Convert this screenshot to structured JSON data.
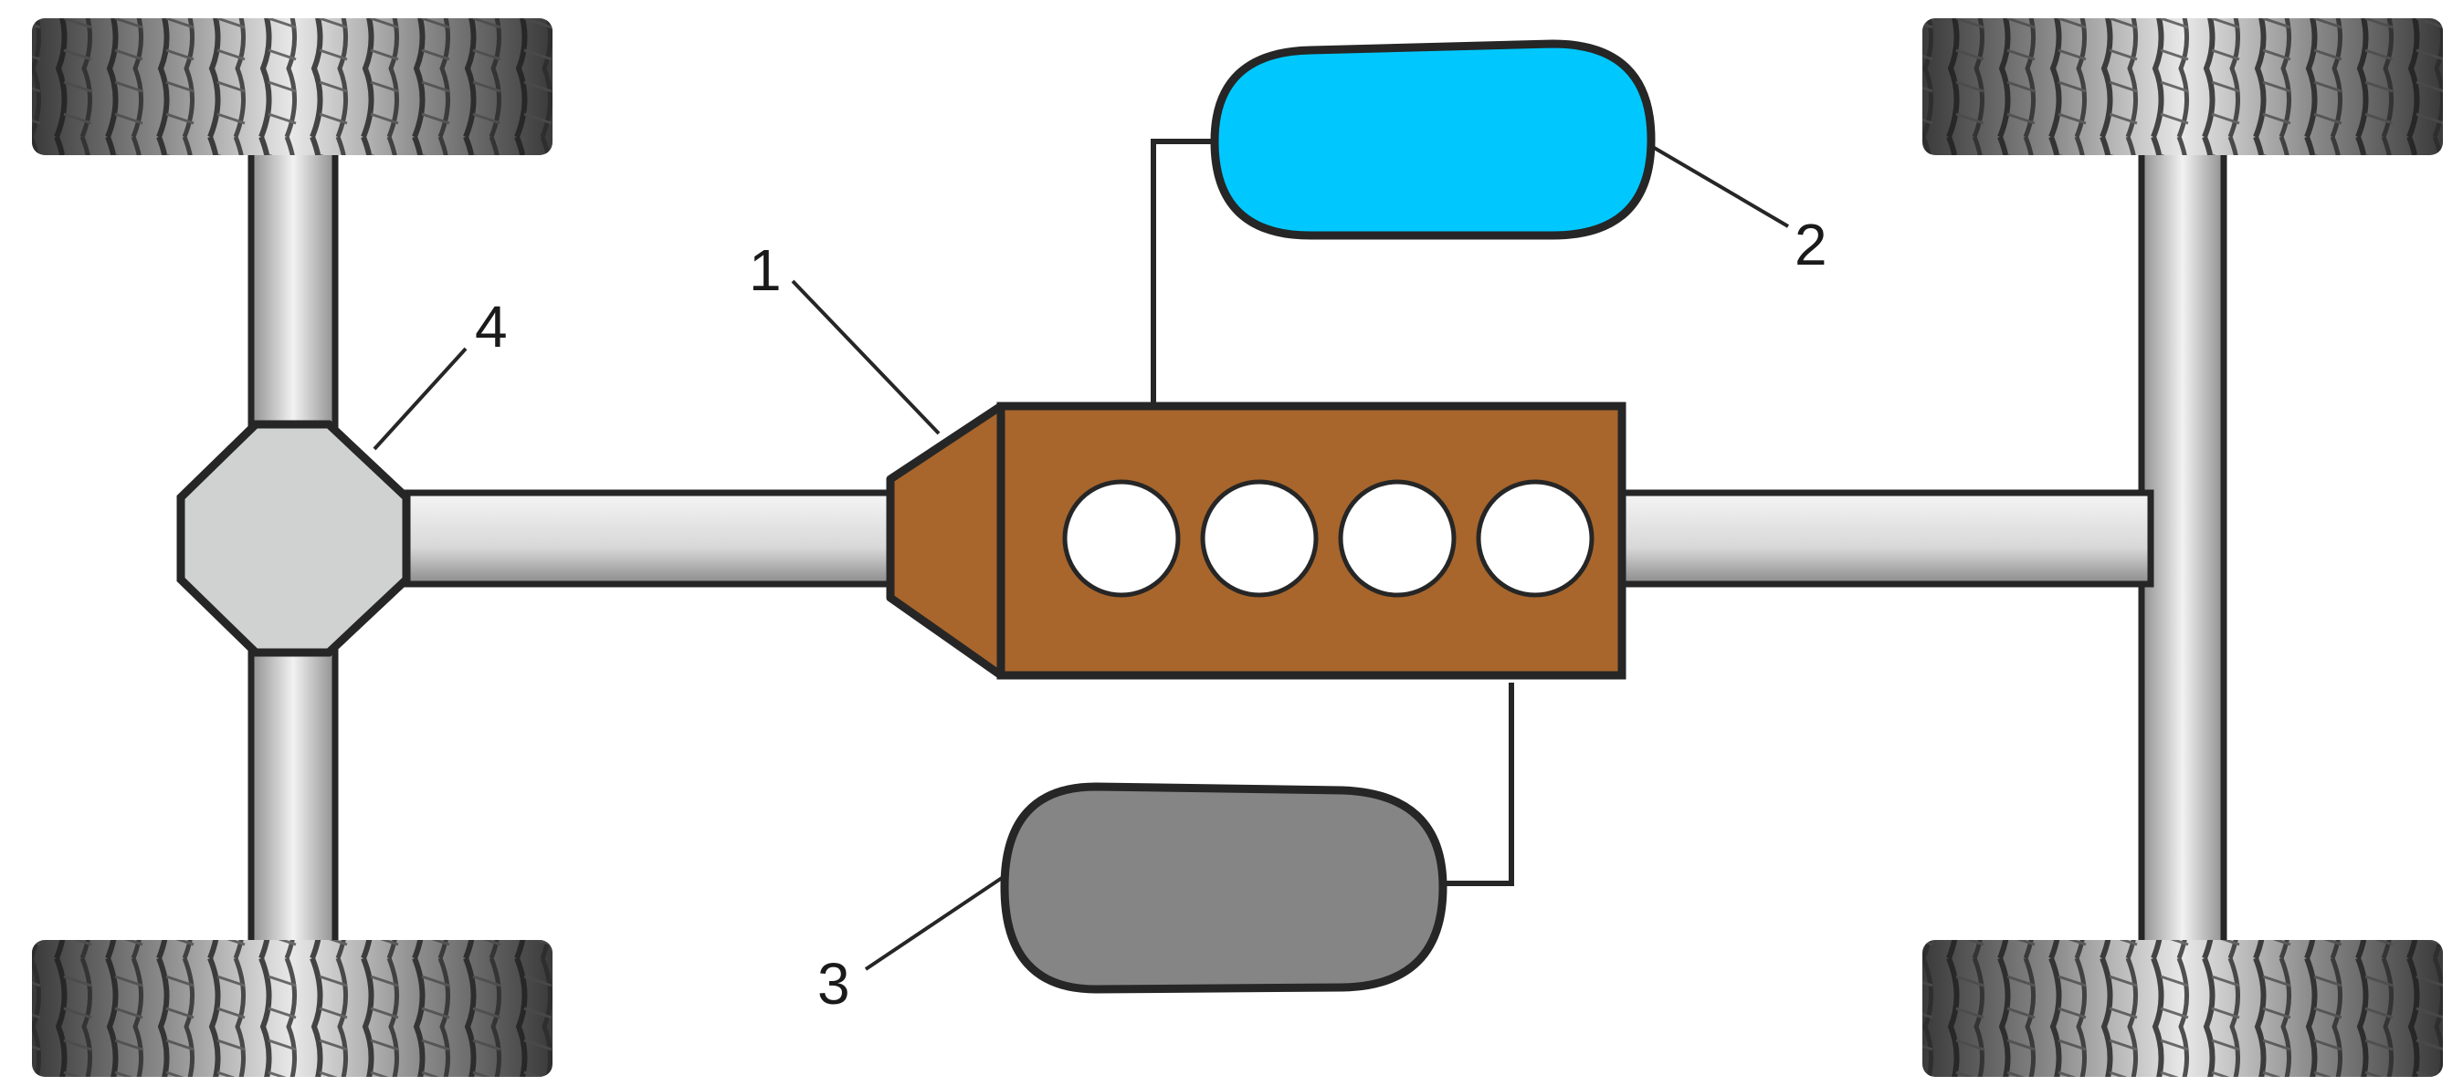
{
  "diagram": {
    "callouts": [
      {
        "id": "1",
        "label": "1"
      },
      {
        "id": "2",
        "label": "2"
      },
      {
        "id": "3",
        "label": "3"
      },
      {
        "id": "4",
        "label": "4"
      }
    ],
    "colors": {
      "engine": "#a8662c",
      "tank_upper": "#00c8ff",
      "tank_lower": "#858585",
      "differential": "#d0d2d1",
      "outline": "#262626",
      "engine_ports": "#ffffff"
    },
    "engine_port_count": 4
  }
}
